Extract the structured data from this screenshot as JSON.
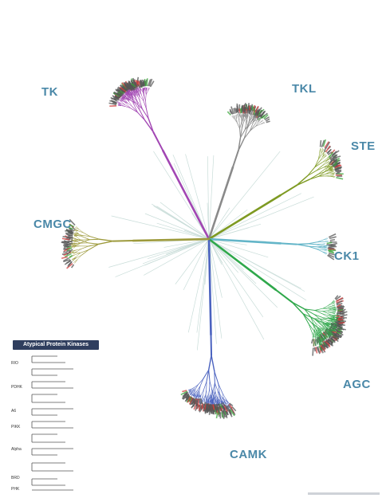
{
  "groups": [
    {
      "id": "tk",
      "label": "TK",
      "color": "#a246b3"
    },
    {
      "id": "tkl",
      "label": "TKL",
      "color": "#8a8a8a"
    },
    {
      "id": "ste",
      "label": "STE",
      "color": "#7e9a22"
    },
    {
      "id": "cmgc",
      "label": "CMGC",
      "color": "#9d9a3c"
    },
    {
      "id": "ck1",
      "label": "CK1",
      "color": "#63b5c8"
    },
    {
      "id": "agc",
      "label": "AGC",
      "color": "#2fa84b"
    },
    {
      "id": "camk",
      "label": "CAMK",
      "color": "#4a62bf"
    }
  ],
  "colors": {
    "group_label": "#4a88a8",
    "core": "#c9ddd9",
    "leaf_red": "#d23c3c",
    "leaf_green": "#3aa53a",
    "leaf_text": "#555555"
  },
  "inset": {
    "title": "Atypical Protein Kinases",
    "sections": [
      "RIO",
      "PDHK",
      "A6",
      "PIKK",
      "Alpha",
      "BRD",
      "PHK"
    ]
  }
}
